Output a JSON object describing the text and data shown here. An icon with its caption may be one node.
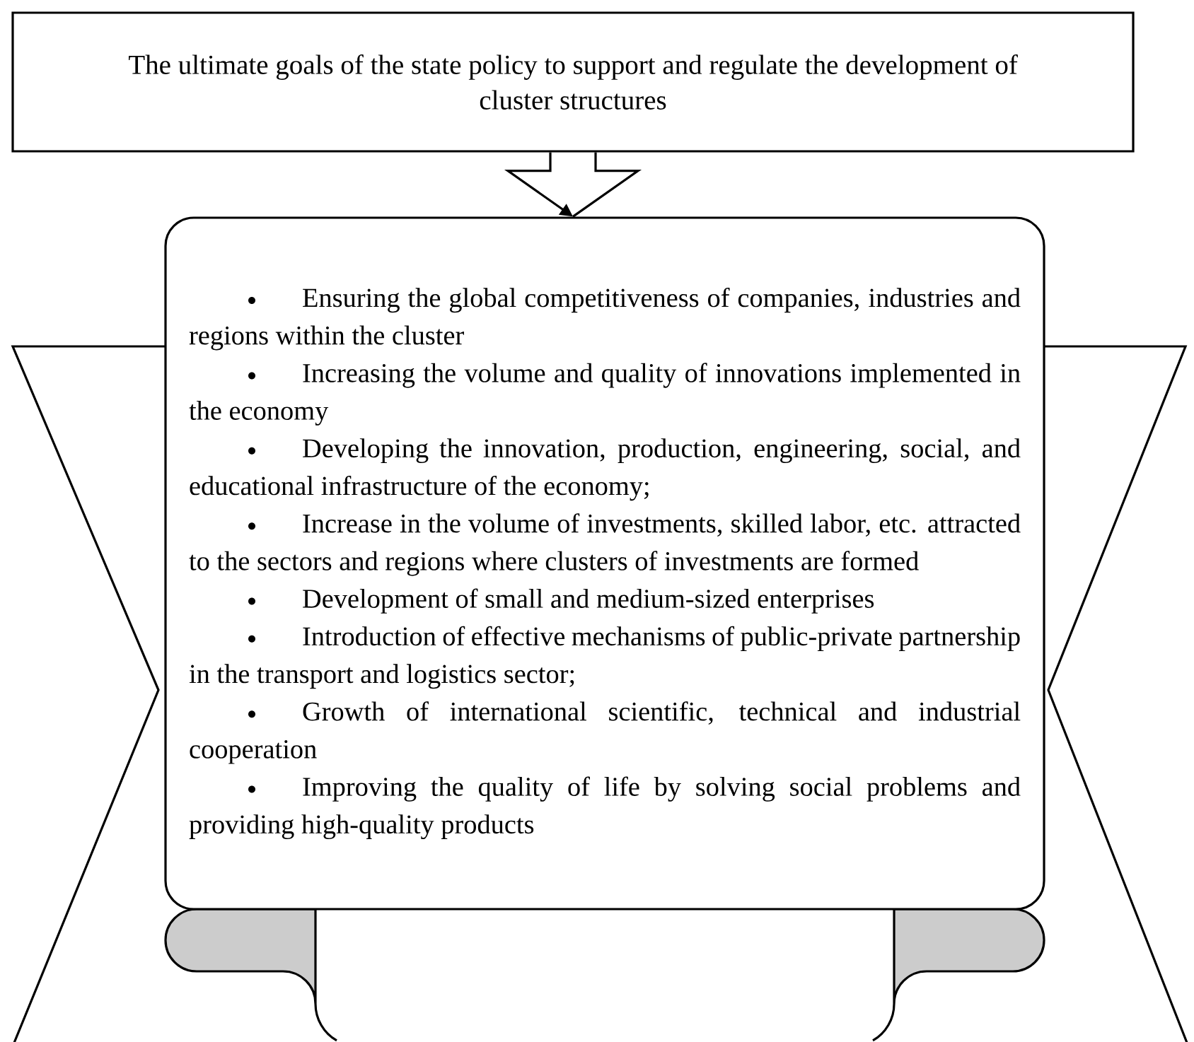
{
  "diagram": {
    "nodes": [
      {
        "text": [
          "The ultimate goals of the state policy to support and regulate the development of cluster structures"
        ]
      },
      {
        "text": [
          "Ensuring the global competitiveness of companies, industries and regions within the cluster",
          "Increasing the volume and quality of innovations implemented in the economy",
          "Developing the innovation, production, engineering, social, and educational infrastructure of the economy;",
          "Increase in the volume of investments, skilled labor, etc. attracted to the sectors and regions where clusters of investments are formed",
          "Development of small and medium-sized enterprises",
          "Introduction of effective mechanisms of public-private partnership in the transport and logistics sector;",
          "Growth of international scientific, technical and industrial cooperation",
          "Improving the quality of life by solving social problems and providing high-quality products"
        ]
      }
    ],
    "edges": [
      {
        "from": 0,
        "to": 1,
        "arrow": "to"
      }
    ]
  }
}
